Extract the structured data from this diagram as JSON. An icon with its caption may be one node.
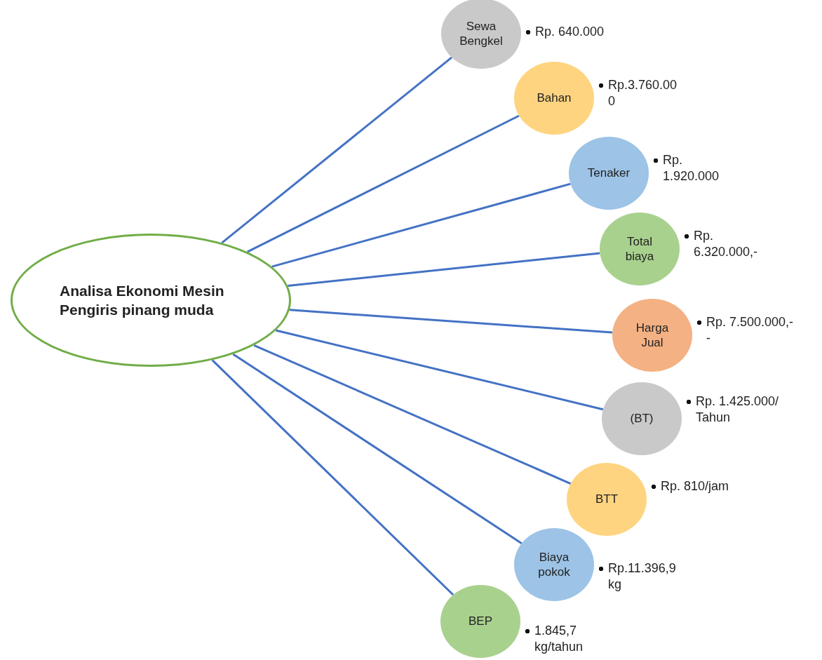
{
  "diagram": {
    "nodes": [
      {
        "text": [
          "Analisa Ekonomi Mesin Pengiris pinang muda"
        ]
      },
      {
        "text": [
          "Sewa Bengkel"
        ],
        "beside": [
          "Rp. 640.000"
        ]
      },
      {
        "text": [
          "Bahan"
        ],
        "beside": [
          "Rp.3.760.000"
        ]
      },
      {
        "text": [
          "Tenaker"
        ],
        "beside": [
          "Rp. 1.920.000"
        ]
      },
      {
        "text": [
          "Total biaya"
        ],
        "beside": [
          "Rp. 6.320.000,-"
        ]
      },
      {
        "text": [
          "Harga Jual"
        ],
        "beside": [
          "Rp. 7.500.000,--"
        ]
      },
      {
        "text": [
          "(BT)"
        ],
        "beside": [
          "Rp. 1.425.000/ Tahun"
        ]
      },
      {
        "text": [
          "BTT"
        ],
        "beside": [
          "Rp. 810/jam"
        ]
      },
      {
        "text": [
          "Biaya pokok"
        ],
        "beside": [
          "Rp.11.396,9 kg"
        ]
      },
      {
        "text": [
          "BEP"
        ],
        "beside": [
          "1.845,7 kg/tahun"
        ]
      }
    ],
    "edges": [
      {
        "from": 0,
        "to": 1,
        "arrow": "none"
      },
      {
        "from": 0,
        "to": 2,
        "arrow": "none"
      },
      {
        "from": 0,
        "to": 3,
        "arrow": "none"
      },
      {
        "from": 0,
        "to": 4,
        "arrow": "none"
      },
      {
        "from": 0,
        "to": 5,
        "arrow": "none"
      },
      {
        "from": 0,
        "to": 6,
        "arrow": "none"
      },
      {
        "from": 0,
        "to": 7,
        "arrow": "none"
      },
      {
        "from": 0,
        "to": 8,
        "arrow": "none"
      },
      {
        "from": 0,
        "to": 9,
        "arrow": "none"
      }
    ]
  }
}
